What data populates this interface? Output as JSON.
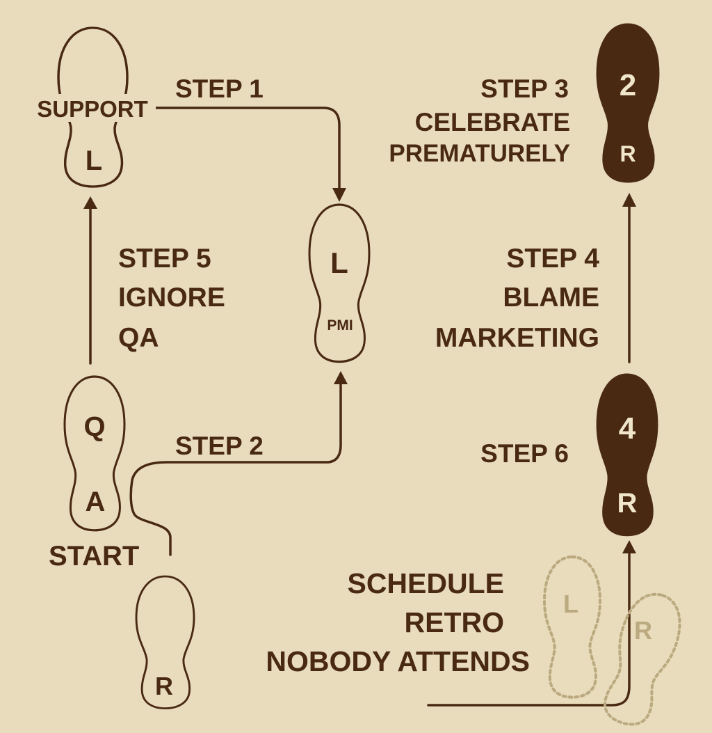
{
  "colors": {
    "background": "#e8dcbc",
    "ink": "#4a2912",
    "ghost": "#bba97f"
  },
  "footprints": {
    "support": {
      "label": "SUPPORT",
      "letter": "L"
    },
    "pmi": {
      "top": "L",
      "bottom": "PMI"
    },
    "step3_foot": {
      "top": "2",
      "bottom": "R"
    },
    "qa": {
      "top": "Q",
      "bottom": "A"
    },
    "start_foot": {
      "letter": "R"
    },
    "step6_foot": {
      "top": "4",
      "bottom": "R"
    },
    "ghost_left": {
      "letter": "L"
    },
    "ghost_right": {
      "letter": "R"
    }
  },
  "steps": {
    "step1": [
      "STEP 1"
    ],
    "step2": [
      "STEP 2"
    ],
    "step3": [
      "STEP 3",
      "CELEBRATE",
      "PREMATURELY"
    ],
    "step4": [
      "STEP 4",
      "BLAME",
      "MARKETING"
    ],
    "step5": [
      "STEP 5",
      "IGNORE",
      "QA"
    ],
    "step6": [
      "STEP 6"
    ],
    "start": "START",
    "retro": [
      "SCHEDULE",
      "RETRO",
      "NOBODY ATTENDS"
    ]
  }
}
